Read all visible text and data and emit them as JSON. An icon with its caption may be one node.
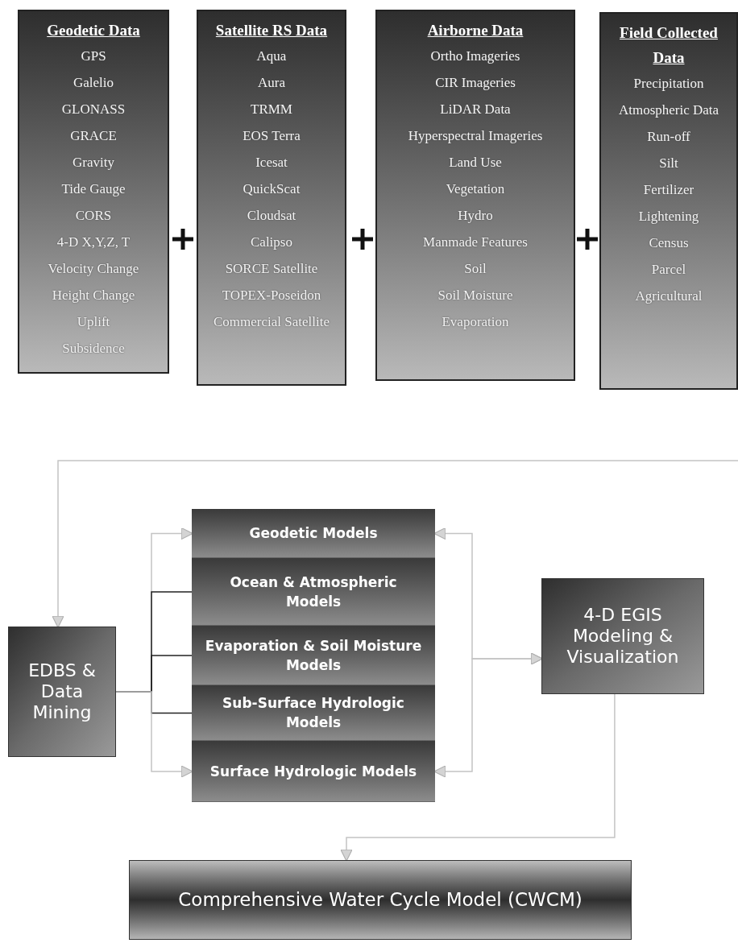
{
  "diagram": {
    "nodes": [
      {
        "text": [
          "Geodetic Data",
          "GPS",
          "Galelio",
          "GLONASS",
          "GRACE",
          "Gravity",
          "Tide Gauge",
          "CORS",
          "4-D X,Y,Z, T",
          "Velocity Change",
          "Height Change",
          "Uplift",
          "Subsidence"
        ]
      },
      {
        "text": [
          "Satellite RS Data",
          "Aqua",
          "Aura",
          "TRMM",
          "EOS Terra",
          "Icesat",
          "QuickScat",
          "Cloudsat",
          "Calipso",
          "SORCE Satellite",
          "TOPEX-Poseidon",
          "Commercial Satellite"
        ]
      },
      {
        "text": [
          "Airborne Data",
          "Ortho Imageries",
          "CIR Imageries",
          "LiDAR Data",
          "Hyperspectral Imageries",
          "Land Use",
          "Vegetation",
          "Hydro",
          "Manmade Features",
          "Soil",
          "Soil Moisture",
          "Evaporation"
        ]
      },
      {
        "text": [
          "Field Collected Data",
          "Precipitation",
          "Atmospheric Data",
          "Run-off",
          "Silt",
          "Fertilizer",
          "Lightening",
          "Census",
          "Parcel",
          "Agricultural"
        ]
      },
      {
        "text": [
          "EDBS & Data Mining"
        ]
      },
      {
        "text": [
          "Geodetic Models"
        ]
      },
      {
        "text": [
          "Ocean & Atmospheric Models"
        ]
      },
      {
        "text": [
          "Evaporation & Soil Moisture Models"
        ]
      },
      {
        "text": [
          "Sub-Surface Hydrologic Models"
        ]
      },
      {
        "text": [
          "Surface Hydrologic Models"
        ]
      },
      {
        "text": [
          "4-D EGIS Modeling & Visualization"
        ]
      },
      {
        "text": [
          "Comprehensive Water Cycle Model (CWCM)"
        ]
      }
    ],
    "edges": [
      {
        "from": 4,
        "to": 5,
        "arrow": "to"
      },
      {
        "from": 4,
        "to": 6,
        "arrow": "none",
        "color": "#222222"
      },
      {
        "from": 4,
        "to": 7,
        "arrow": "none",
        "color": "#222222"
      },
      {
        "from": 4,
        "to": 8,
        "arrow": "none",
        "color": "#222222"
      },
      {
        "from": 4,
        "to": 9,
        "arrow": "to"
      },
      {
        "from": 5,
        "to": 10,
        "arrow": "both"
      },
      {
        "from": 9,
        "to": 10,
        "arrow": "both"
      },
      {
        "from": null,
        "to": 4,
        "arrow": "to"
      },
      {
        "from": 10,
        "to": 11,
        "arrow": "to"
      }
    ]
  }
}
